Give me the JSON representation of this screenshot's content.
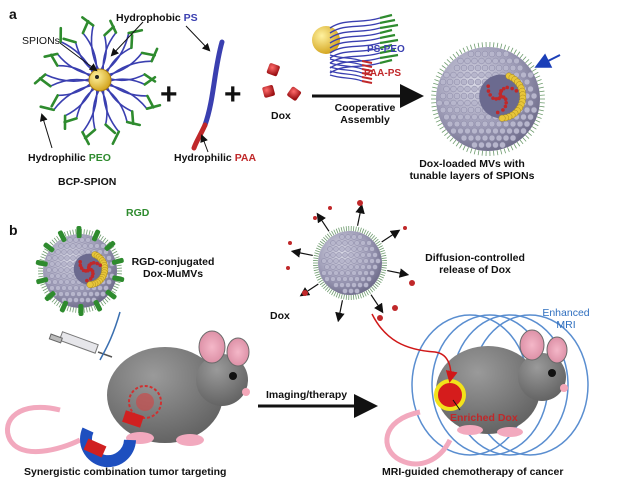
{
  "panel_a": {
    "letter": "a",
    "spions": "SPIONs",
    "hydrophobic": "Hydrophobic",
    "ps": "PS",
    "hydrophilic_left": "Hydrophilic",
    "peo": "PEO",
    "bcp_spion": "BCP-SPION",
    "hydrophilic_mid": "Hydrophilic",
    "paa": "PAA",
    "dox": "Dox",
    "cooperative_1": "Cooperative",
    "cooperative_2": "Assembly",
    "ps_peo": "PS-PEO",
    "paa_ps": "PAA-PS",
    "result_1": "Dox-loaded MVs with",
    "result_2": "tunable layers of SPIONs"
  },
  "panel_b": {
    "letter": "b",
    "rgd": "RGD",
    "rgd_conj_1": "RGD-conjugated",
    "rgd_conj_2": "Dox-MuMVs",
    "diffusion_1": "Diffusion-controlled",
    "diffusion_2": "release of Dox",
    "dox": "Dox",
    "enhanced_1": "Enhanced",
    "enhanced_2": "MRI",
    "imaging": "Imaging/therapy",
    "enriched": "Enriched Dox",
    "synergistic": "Synergistic combination tumor targeting",
    "mri_guided": "MRI-guided chemotherapy of cancer"
  },
  "colors": {
    "ps_blue": "#3a3fb0",
    "peo_green": "#2e8b2e",
    "paa_red": "#c0282a",
    "spion_yellow": "#e8c63a",
    "mri_blue": "#2f6fbf",
    "mouse_gray": "#7a7a7a"
  }
}
